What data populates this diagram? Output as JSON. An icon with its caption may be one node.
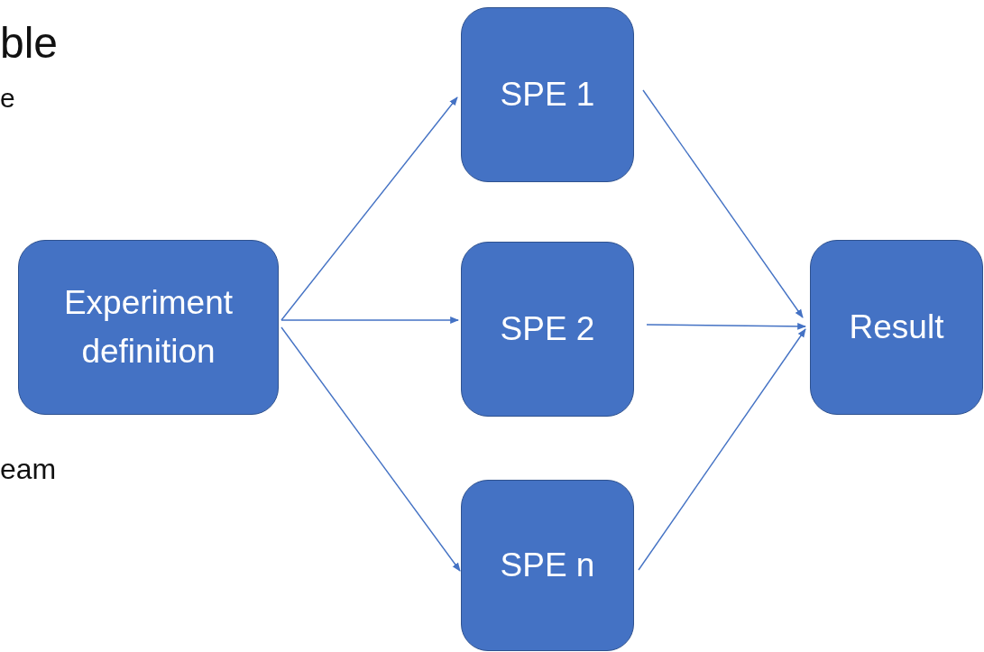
{
  "diagram": {
    "nodes": [
      {
        "text": [
          "Experiment definition"
        ]
      },
      {
        "text": [
          "SPE 1"
        ]
      },
      {
        "text": [
          "SPE 2"
        ]
      },
      {
        "text": [
          "SPE n"
        ]
      },
      {
        "text": [
          "Result"
        ]
      }
    ],
    "edges": [
      {
        "from": 0,
        "to": 1,
        "arrow": "to"
      },
      {
        "from": 0,
        "to": 2,
        "arrow": "to"
      },
      {
        "from": 0,
        "to": 3,
        "arrow": "to"
      },
      {
        "from": 1,
        "to": 4,
        "arrow": "to"
      },
      {
        "from": 2,
        "to": 4,
        "arrow": "to"
      },
      {
        "from": 3,
        "to": 4,
        "arrow": "to"
      }
    ],
    "labels": [
      "ble",
      "e",
      "eam"
    ]
  }
}
